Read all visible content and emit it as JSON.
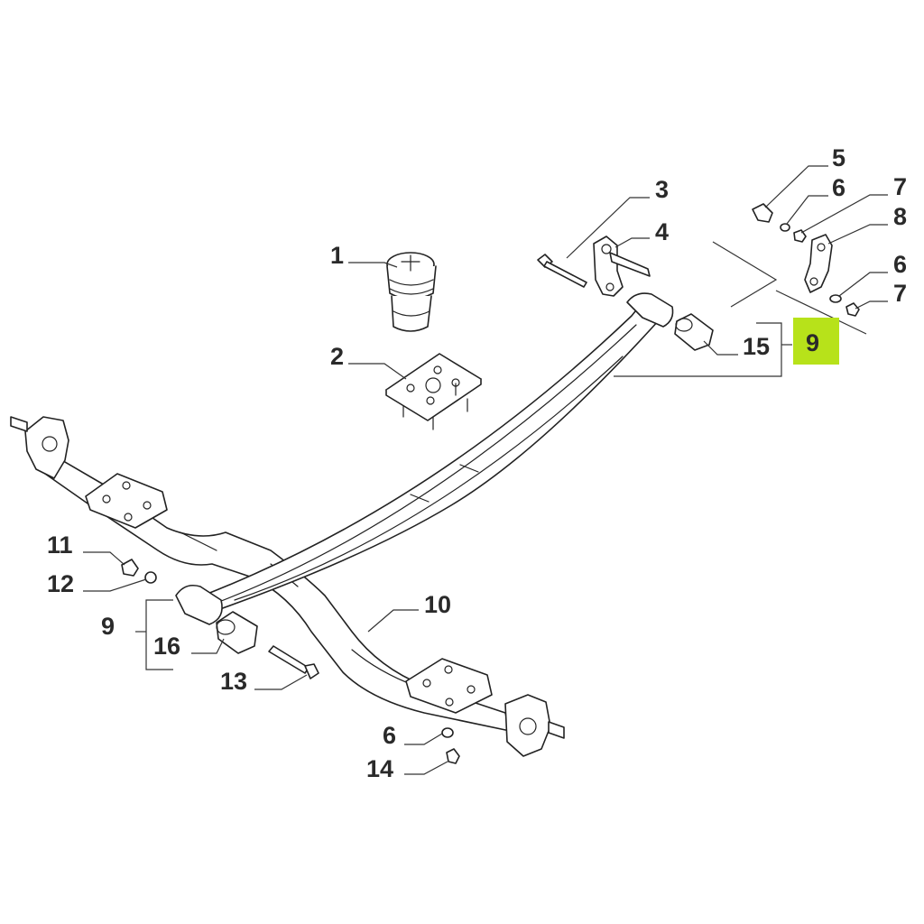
{
  "callouts": {
    "c1": "1",
    "c2": "2",
    "c3": "3",
    "c4": "4",
    "c5": "5",
    "c6a": "6",
    "c7a": "7",
    "c8": "8",
    "c6b": "6",
    "c7b": "7",
    "c9a": "9",
    "c15": "15",
    "c11": "11",
    "c12": "12",
    "c9b": "9",
    "c16": "16",
    "c13": "13",
    "c10": "10",
    "c6c": "6",
    "c14": "14"
  },
  "highlight_color": "#b7e21a",
  "line_color": "#222222"
}
